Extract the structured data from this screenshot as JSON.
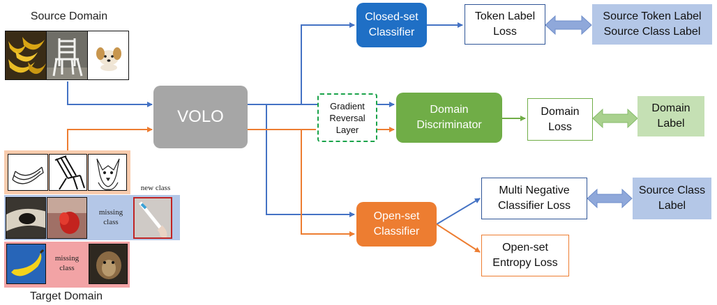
{
  "source_domain": "Source Domain",
  "target_domain": "Target Domain",
  "volo": "VOLO",
  "grl": [
    "Gradient",
    "Reversal",
    "Layer"
  ],
  "closed_set": [
    "Closed-set",
    "Classifier"
  ],
  "domain_disc": [
    "Domain",
    "Discriminator"
  ],
  "open_set": [
    "Open-set",
    "Classifier"
  ],
  "token_loss": [
    "Token Label",
    "Loss"
  ],
  "domain_loss": [
    "Domain",
    "Loss"
  ],
  "mn_loss": [
    "Multi Negative",
    "Classifier Loss"
  ],
  "entropy_loss": [
    "Open-set",
    "Entropy Loss"
  ],
  "src_labels": [
    "Source Token Label",
    "Source Class Label"
  ],
  "domain_label": [
    "Domain",
    "Label"
  ],
  "src_class_label": [
    "Source Class",
    "Label"
  ],
  "new_class": "new class",
  "missing_class_1": [
    "missing",
    "class"
  ],
  "missing_class_2": [
    "missing",
    "class"
  ],
  "colors": {
    "blue_box": "#1f6fc5",
    "green_box": "#70ad47",
    "orange_box": "#ed7d31",
    "gray_box": "#a6a6a6",
    "blue_arrow": "#4472c4",
    "orange_arrow": "#ed7d31",
    "green_arrow": "#70ad47",
    "light_blue": "#b4c7e7",
    "light_green": "#c5e0b4",
    "peach": "#f8cbad",
    "pink": "#f2a3a5"
  }
}
